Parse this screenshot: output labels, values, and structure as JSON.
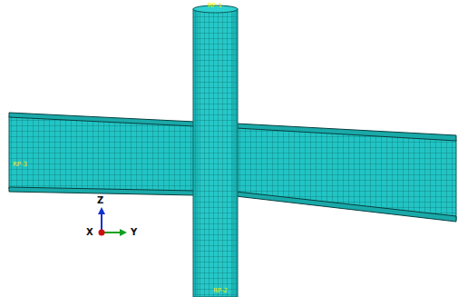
{
  "diagram": {
    "labels": [
      "RP-1",
      "RP-3",
      "RP-2",
      "Z",
      "X",
      "Y"
    ]
  }
}
